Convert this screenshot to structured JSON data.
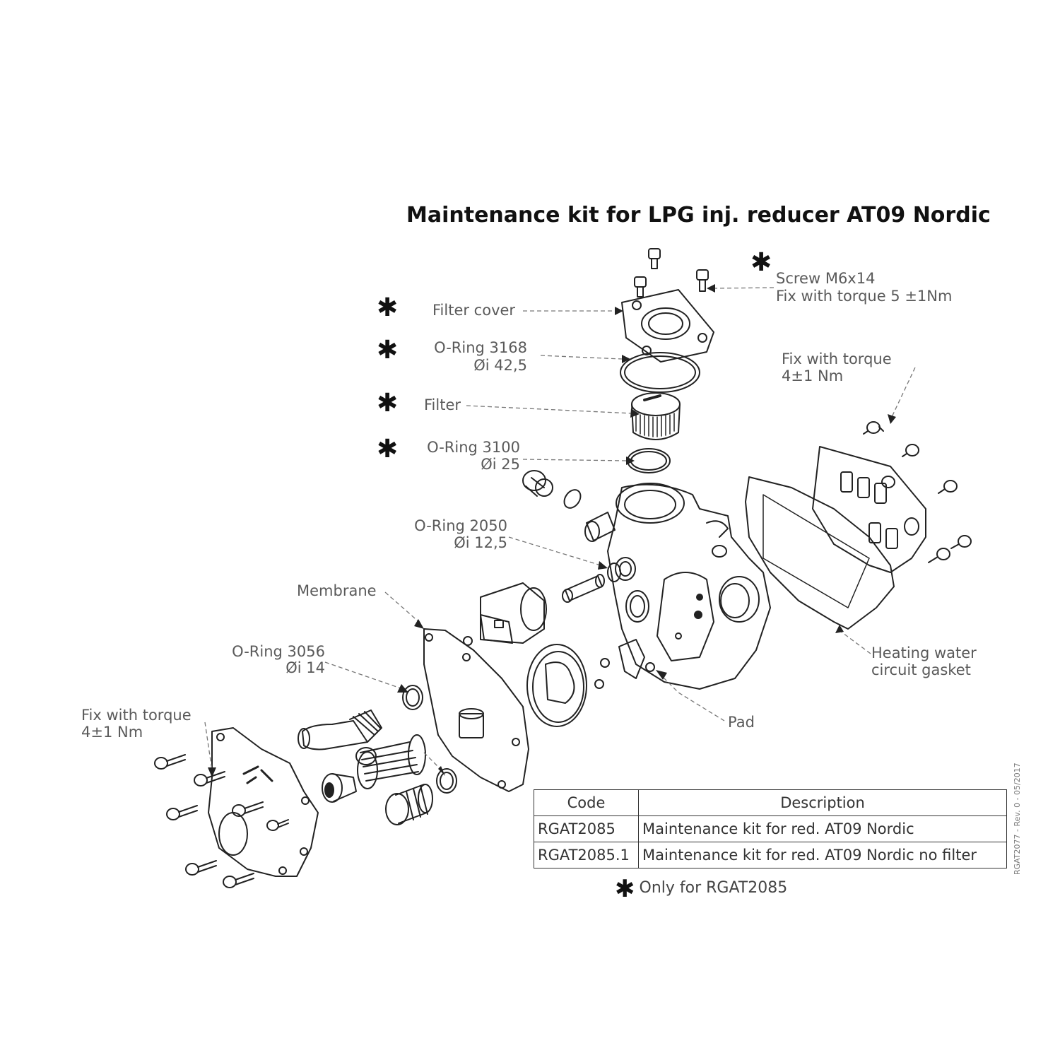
{
  "title": "Maintenance kit for LPG inj. reducer AT09 Nordic",
  "revision": "RGAT2077 - Rev. 0 - 05/2017",
  "asterisk": "✱",
  "labels": {
    "screw": {
      "line1": "Screw M6x14",
      "line2": "Fix with torque 5 ±1Nm"
    },
    "filter_cover": "Filter cover",
    "oring_3168": {
      "line1": "O-Ring 3168",
      "line2": "Øi 42,5"
    },
    "filter": "Filter",
    "oring_3100": {
      "line1": "O-Ring 3100",
      "line2": "Øi 25"
    },
    "fix_torque_right": {
      "line1": "Fix with torque",
      "line2": "4±1 Nm"
    },
    "oring_2050": {
      "line1": "O-Ring 2050",
      "line2": "Øi 12,5"
    },
    "membrane": "Membrane",
    "oring_3056": {
      "line1": "O-Ring 3056",
      "line2": "Øi 14"
    },
    "fix_torque_left": {
      "line1": "Fix with torque",
      "line2": "4±1 Nm"
    },
    "heating_gasket": {
      "line1": "Heating water",
      "line2": "circuit gasket"
    },
    "pad": "Pad"
  },
  "table": {
    "headers": [
      "Code",
      "Description"
    ],
    "rows": [
      {
        "code": "RGAT2085",
        "description": "Maintenance kit for red. AT09 Nordic"
      },
      {
        "code": "RGAT2085.1",
        "description": "Maintenance kit for red. AT09 Nordic no filter"
      }
    ]
  },
  "footnote": "Only for RGAT2085"
}
